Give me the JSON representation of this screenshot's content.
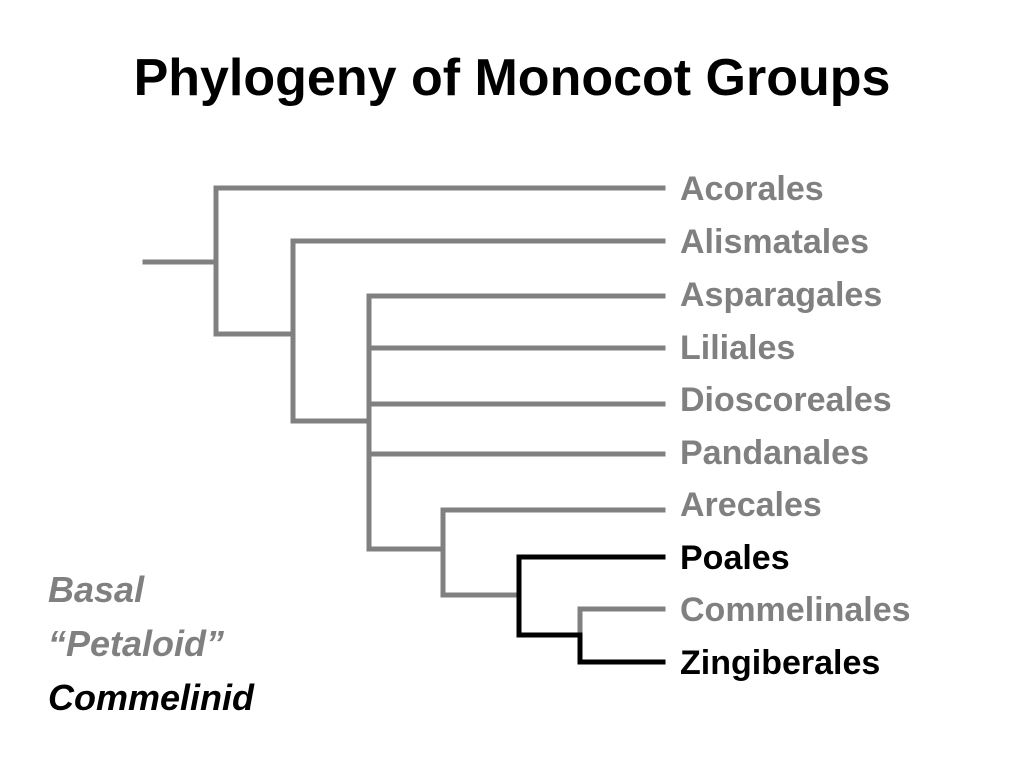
{
  "title": "Phylogeny of Monocot Groups",
  "colors": {
    "basal": "#808080",
    "petaloid": "#808080",
    "commelinid": "#000000"
  },
  "taxa": [
    {
      "label": "Acorales",
      "group": "basal"
    },
    {
      "label": "Alismatales",
      "group": "basal"
    },
    {
      "label": "Asparagales",
      "group": "petaloid"
    },
    {
      "label": "Liliales",
      "group": "petaloid"
    },
    {
      "label": "Dioscoreales",
      "group": "petaloid"
    },
    {
      "label": "Pandanales",
      "group": "petaloid"
    },
    {
      "label": "Arecales",
      "group": "petaloid"
    },
    {
      "label": "Poales",
      "group": "commelinid"
    },
    {
      "label": "Commelinales",
      "group": "petaloid"
    },
    {
      "label": "Zingiberales",
      "group": "commelinid"
    }
  ],
  "legend": [
    {
      "label": "Basal",
      "group": "basal"
    },
    {
      "label": "“Petaloid”",
      "group": "petaloid"
    },
    {
      "label": "Commelinid",
      "group": "commelinid"
    }
  ]
}
